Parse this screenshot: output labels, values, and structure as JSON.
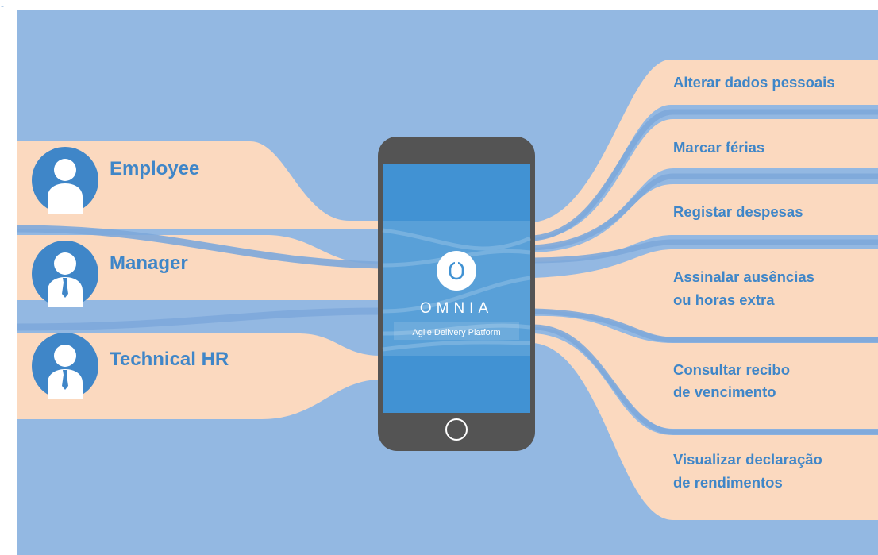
{
  "corner_mark": "-",
  "roles": [
    {
      "label": "Employee",
      "icon": "person-icon"
    },
    {
      "label": "Manager",
      "icon": "person-tie-icon"
    },
    {
      "label": "Technical HR",
      "icon": "person-tie-icon"
    }
  ],
  "actions": [
    {
      "lines": [
        "Alterar dados pessoais"
      ]
    },
    {
      "lines": [
        "Marcar férias"
      ]
    },
    {
      "lines": [
        "Registar despesas"
      ]
    },
    {
      "lines": [
        "Assinalar ausências",
        "ou horas extra"
      ]
    },
    {
      "lines": [
        "Consultar recibo",
        "de vencimento"
      ]
    },
    {
      "lines": [
        "Visualizar declaração",
        "de rendimentos"
      ]
    }
  ],
  "phone": {
    "brand": "OMNIA",
    "tagline": "Agile Delivery Platform"
  },
  "colors": {
    "background": "#93b8e2",
    "band": "#fbd9bf",
    "ribbon": "#7ea9db",
    "phone_body": "#545454",
    "screen": "#4192d3",
    "text": "#3f86c8",
    "avatar": "#3f86c8"
  }
}
